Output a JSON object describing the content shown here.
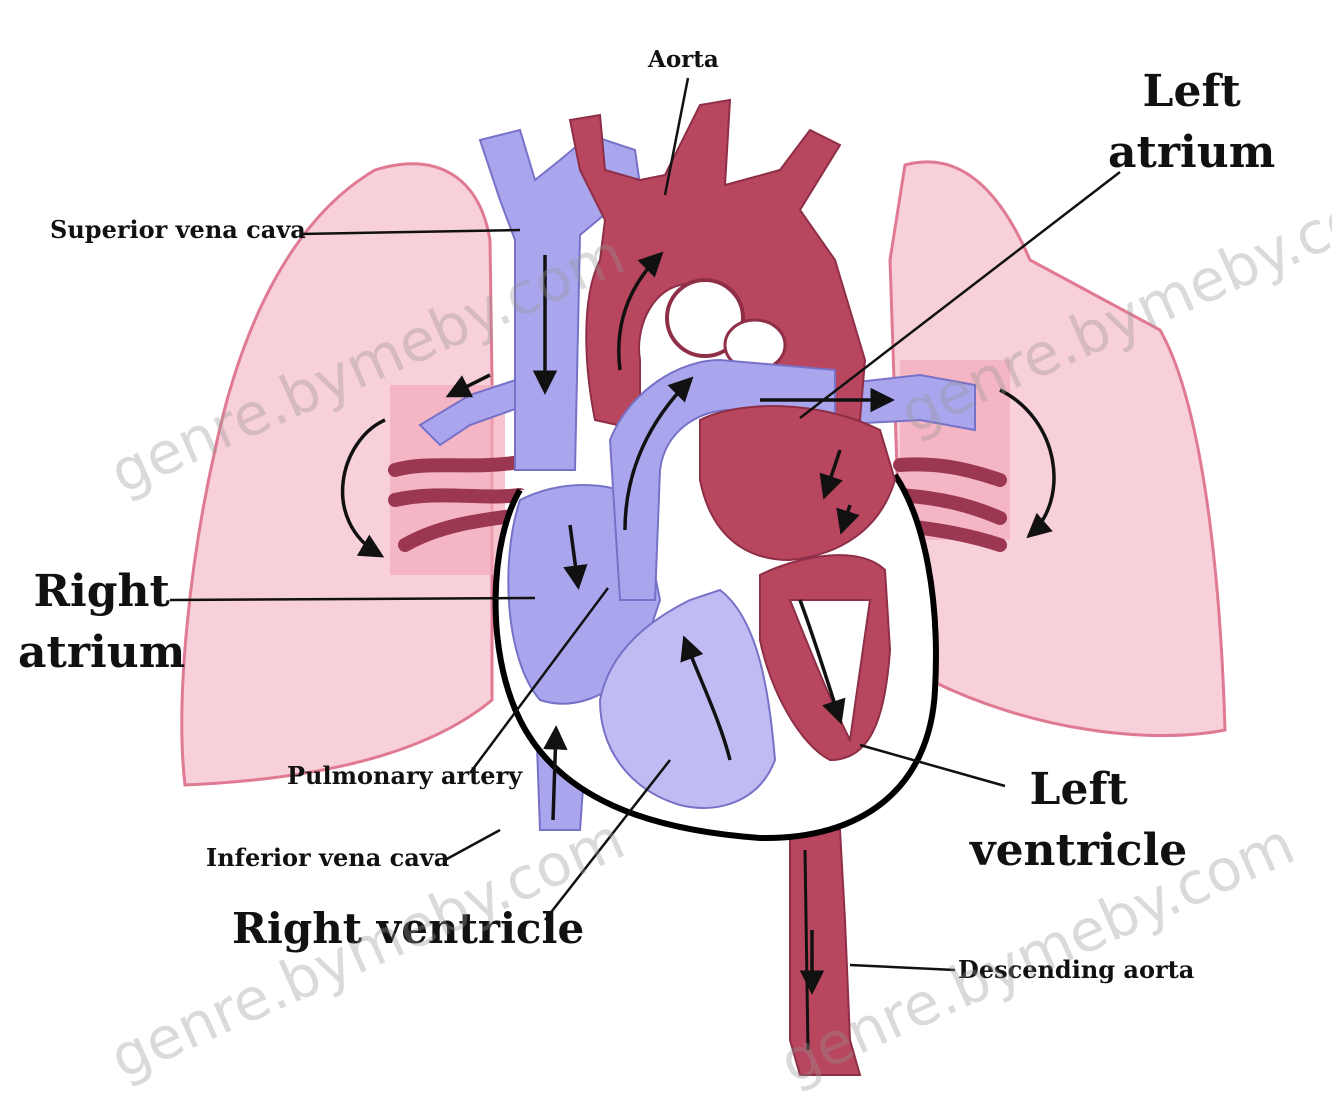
{
  "labels": {
    "aorta": "Aorta",
    "superior_vena_cava": "Superior vena cava",
    "left_atrium": "Left\natrium",
    "right_atrium": "Right\natrium",
    "pulmonary_artery": "Pulmonary artery",
    "inferior_vena_cava": "Inferior vena cava",
    "left_ventricle": "Left\nventricle",
    "right_ventricle": "Right ventricle",
    "descending_aorta": "Descending aorta"
  },
  "watermark": "genre.bymeby.com",
  "colors": {
    "oxygenated": "#b5475f",
    "oxygenated_dark": "#8e2e47",
    "deoxygenated": "#a9a4ec",
    "deoxygenated_light": "#c7c4f5",
    "lung": "#f6cfd8",
    "lung_edge": "#e27c93",
    "outline": "#000000"
  }
}
